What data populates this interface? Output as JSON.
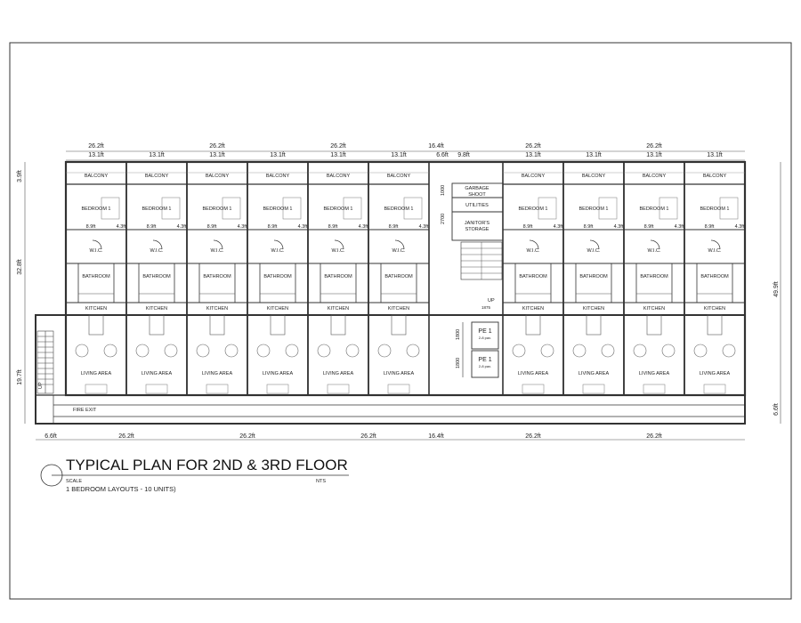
{
  "title": "TYPICAL PLAN FOR 2ND & 3RD FLOOR",
  "scale_label": "SCALE",
  "scale_value": "NTS",
  "subtitle": "1 BEDROOM  LAYOUTS - 10 UNITS)",
  "rooms": {
    "balcony": "BALCONY",
    "bedroom": "BEDROOM   1",
    "wic": "W.I.C.",
    "bathroom": "BATHROOM",
    "kitchen": "KITCHEN",
    "living": "LIVING  AREA"
  },
  "core": {
    "garbage": [
      "GARBAGE",
      "SHOOT"
    ],
    "utilities": "UTILITIES",
    "janitor": [
      "JANITOR'S",
      "STORAGE"
    ],
    "up_stair": "UP",
    "up_value": "1875",
    "pe1": "PE 1",
    "pe2": "PE 1",
    "pe_note": "2-8 pax.",
    "dim_1000": "1000",
    "dim_2700": "2700",
    "dim_1800a": "1800",
    "dim_1800b": "1800"
  },
  "fire_exit": "FIRE  EXIT",
  "left_stair_up": "UP",
  "dims": {
    "top_overall": [
      "26.2ft",
      "26.2ft",
      "26.2ft",
      "16.4ft",
      "26.2ft",
      "26.2ft"
    ],
    "top_units": [
      "13.1ft",
      "13.1ft",
      "13.1ft",
      "13.1ft",
      "13.1ft",
      "13.1ft",
      "6.6ft",
      "9.8ft",
      "13.1ft",
      "13.1ft",
      "13.1ft",
      "13.1ft"
    ],
    "inner_89": "8.9ft",
    "inner_43": "4.3ft",
    "left_top": "3.9ft",
    "left_mid": "32.8ft",
    "left_bot": "19.7ft",
    "right_top": "49.9ft",
    "right_bot": "6.6ft",
    "bottom": [
      "6.6ft",
      "26.2ft",
      "26.2ft",
      "26.2ft",
      "16.4ft",
      "26.2ft",
      "26.2ft"
    ]
  }
}
